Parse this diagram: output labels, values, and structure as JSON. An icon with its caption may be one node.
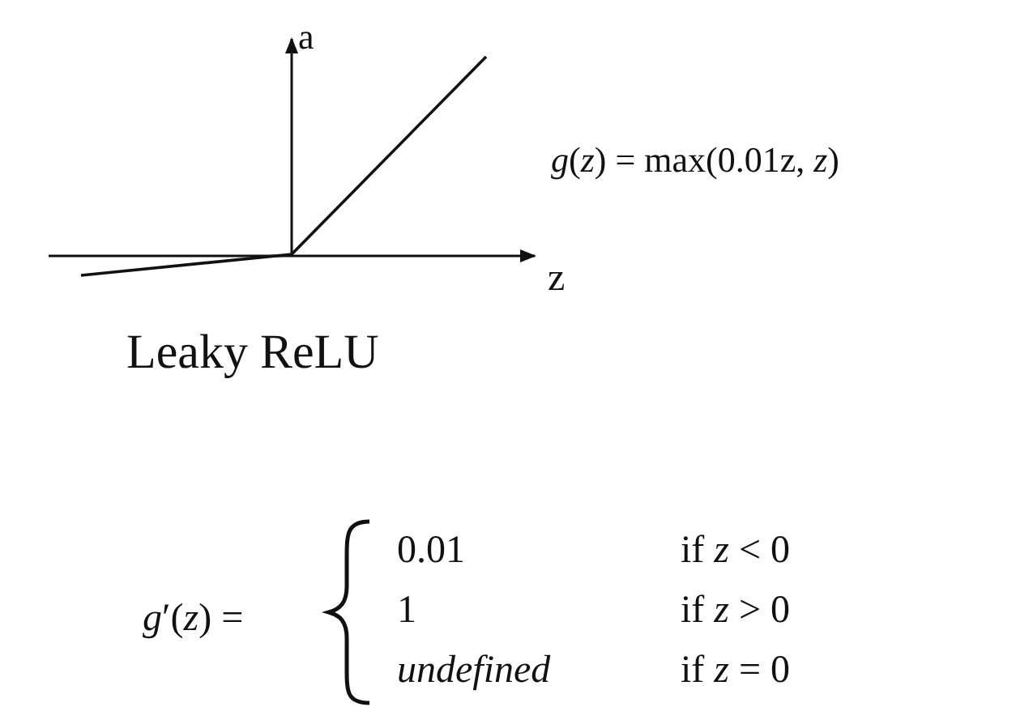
{
  "diagram": {
    "labels": [
      "a",
      "z",
      "*g*(*z*) = max(0.01z, *z*)",
      "Leaky ReLU",
      "*g*′(*z*) =",
      "0.01",
      "if *z* < 0",
      "1",
      "if *z* > 0",
      "undefined",
      "if *z* = 0"
    ]
  }
}
